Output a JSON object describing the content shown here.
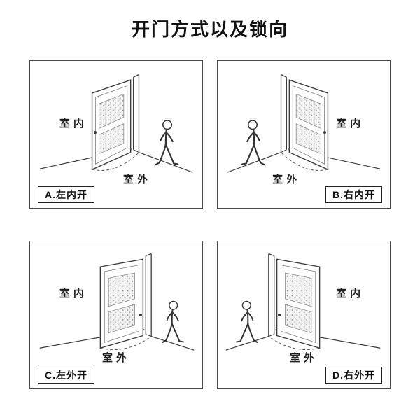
{
  "title": "开门方式以及锁向",
  "panels": [
    {
      "caption": "A.左内开",
      "indoor_label": "室内",
      "outdoor_label": "室外"
    },
    {
      "caption": "B.右内开",
      "indoor_label": "室内",
      "outdoor_label": "室外"
    },
    {
      "caption": "C.左外开",
      "indoor_label": "室内",
      "outdoor_label": "室外"
    },
    {
      "caption": "D.右外开",
      "indoor_label": "室内",
      "outdoor_label": "室外"
    }
  ]
}
